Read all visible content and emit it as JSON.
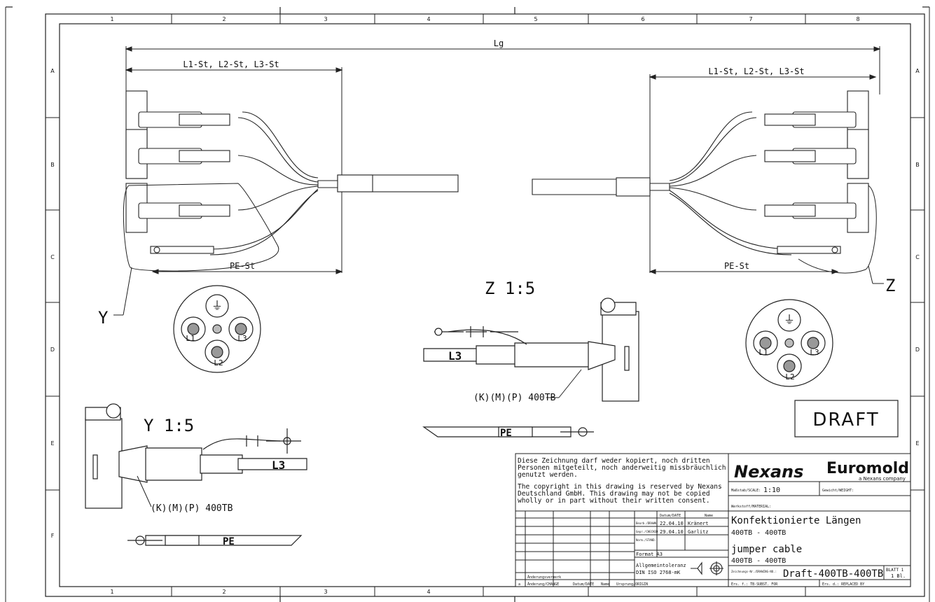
{
  "zone_columns": [
    "1",
    "2",
    "3",
    "4",
    "5",
    "6",
    "7",
    "8"
  ],
  "zone_rows": [
    "A",
    "B",
    "C",
    "D",
    "E",
    "F"
  ],
  "dimensions": {
    "overall_length": "Lg",
    "left_phase_leg": "L1-St, L2-St, L3-St",
    "right_phase_leg": "L1-St, L2-St, L3-St",
    "left_pe_leg": "PE-St",
    "right_pe_leg": "PE-St"
  },
  "detail_markers": {
    "left": "Y",
    "right": "Z"
  },
  "connector_face_left": {
    "earth": "⏚",
    "phases": [
      "L1",
      "L3",
      "L2"
    ]
  },
  "connector_face_right": {
    "earth": "⏚",
    "phases": [
      "L1",
      "L3",
      "L2"
    ]
  },
  "detail_z": {
    "title": "Z 1:5",
    "conductor": "L3",
    "part": "(K)(M)(P) 400TB",
    "pe": "PE"
  },
  "detail_y": {
    "title": "Y 1:5",
    "conductor": "L3",
    "part": "(K)(M)(P) 400TB",
    "pe": "PE"
  },
  "draft_stamp": "DRAFT",
  "notice_de": [
    "Diese Zeichnung darf weder kopiert, noch dritten",
    "Personen mitgeteilt, noch anderweitig missbräuchlich",
    "genutzt werden."
  ],
  "notice_en": [
    "The copyright in this drawing is reserved by Nexans",
    "Deutschland GmbH. This drawing may not be copied",
    "wholly or in part without their written consent."
  ],
  "title_block": {
    "logo": "Nexans",
    "brand": "Euromold",
    "brand_sub": "a Nexans company",
    "scale_label": "Maßstab/SCALE:",
    "scale_value": "1:10",
    "weight_label": "Gewicht/WEIGHT:",
    "material_label": "Werkstoff/MATERIAL:",
    "title_de": "Konfektionierte Längen",
    "subtitle_de": "400TB - 400TB",
    "title_en": "jumper cable",
    "subtitle_en": "400TB - 400TB",
    "date_head": "Datum/DATE",
    "name_head": "Name",
    "drawn_label": "Bearb./DRAWN",
    "drawn_date": "22.04.10",
    "drawn_name": "Kränert",
    "checked_label": "Gepr./CHECKED",
    "checked_date": "29.04.10",
    "checked_name": "Garlitz",
    "norm_label": "Norm./STAND.",
    "format_label": "Format A3",
    "tolerance_l1": "Allgemeintoleranz",
    "tolerance_l2": "DIN ISO 2768-mK",
    "drawing_no_label": "Zeichnungs-Nr./DRAWING-NO.:",
    "drawing_no": "Draft-400TB-400TB",
    "sheet_label": "BLATT 1",
    "sheet_value": "1 Bl.",
    "replaces_for": "Ers. f.: TB-SUBST. FOR",
    "replaced_by": "Ers. d.: REPLACED BY",
    "revision_heads": [
      "a",
      "Änderung/CHANGE",
      "Datum/DATE",
      "Name",
      "Ursprung/ORIGIN"
    ],
    "revision_status": "Änderungsvermerk"
  }
}
